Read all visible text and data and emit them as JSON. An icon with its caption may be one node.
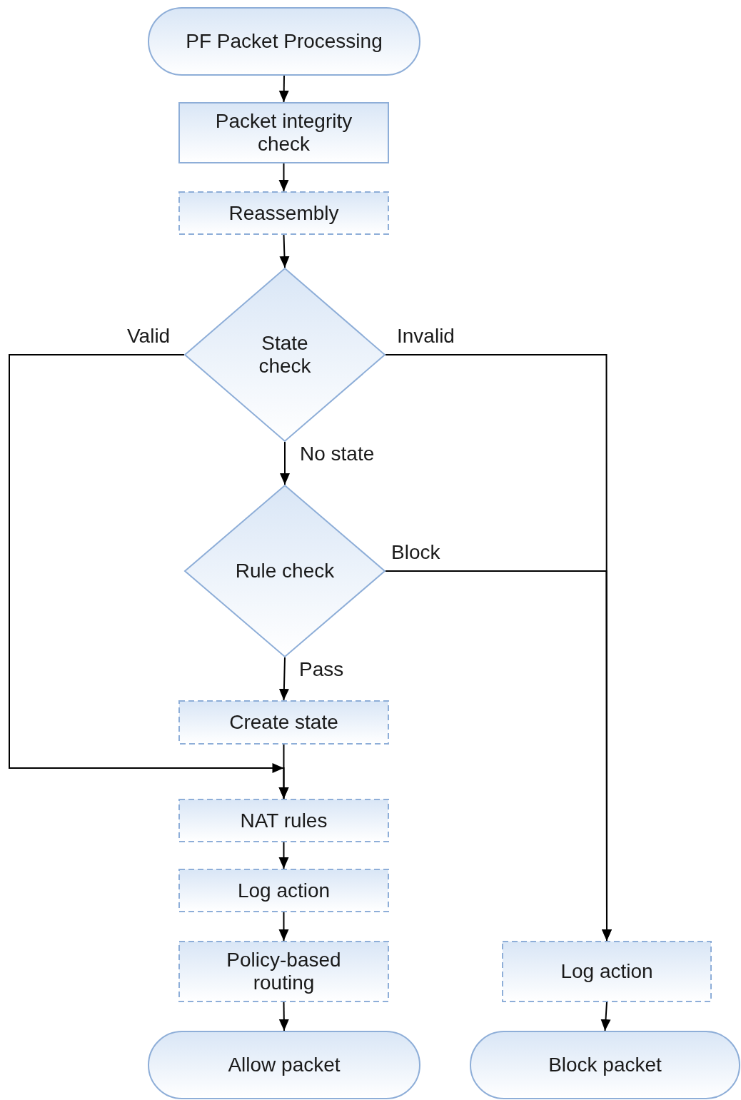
{
  "diagram": {
    "nodes": [
      {
        "text": [
          "PF Packet Processing"
        ]
      },
      {
        "text": [
          "Packet integrity check"
        ]
      },
      {
        "text": [
          "Reassembly"
        ]
      },
      {
        "text": [
          "State check"
        ]
      },
      {
        "text": [
          "Rule check"
        ]
      },
      {
        "text": [
          "Create state"
        ]
      },
      {
        "text": [
          "NAT rules"
        ]
      },
      {
        "text": [
          "Log action"
        ]
      },
      {
        "text": [
          "Policy-based routing"
        ]
      },
      {
        "text": [
          "Allow packet"
        ]
      },
      {
        "text": [
          "Log action"
        ]
      },
      {
        "text": [
          "Block packet"
        ]
      }
    ],
    "edges": [
      {
        "from": 0,
        "to": 1,
        "arrow": "to"
      },
      {
        "from": 1,
        "to": 2,
        "arrow": "to"
      },
      {
        "from": 2,
        "to": 3,
        "arrow": "to"
      },
      {
        "from": 3,
        "to": 4,
        "arrow": "to",
        "label": "No state"
      },
      {
        "from": 4,
        "to": 5,
        "arrow": "to",
        "label": "Pass"
      },
      {
        "from": 5,
        "to": 6,
        "arrow": "to"
      },
      {
        "from": 3,
        "to": 6,
        "arrow": "to",
        "label": "Valid"
      },
      {
        "from": 3,
        "to": 10,
        "arrow": "to",
        "label": "Invalid"
      },
      {
        "from": 4,
        "to": 10,
        "arrow": "to",
        "label": "Block"
      },
      {
        "from": 6,
        "to": 7,
        "arrow": "to"
      },
      {
        "from": 7,
        "to": 8,
        "arrow": "to"
      },
      {
        "from": 8,
        "to": 9,
        "arrow": "to"
      },
      {
        "from": 10,
        "to": 11,
        "arrow": "to"
      }
    ]
  }
}
